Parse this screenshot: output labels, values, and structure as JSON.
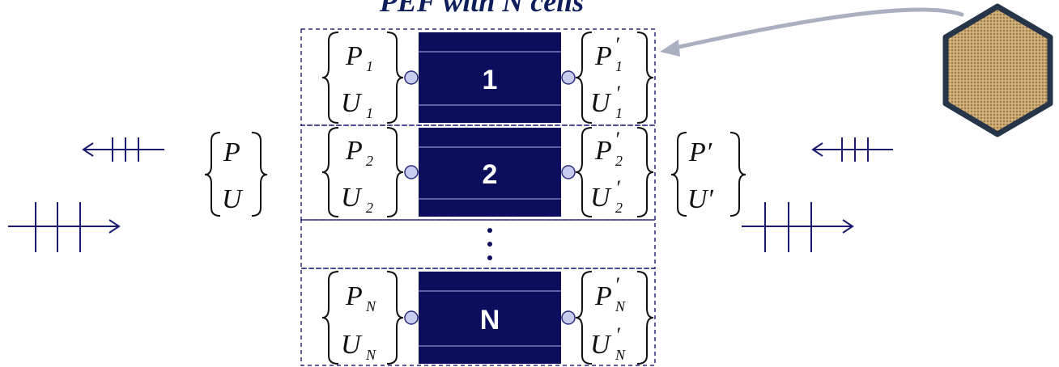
{
  "title": "PEF with N cells",
  "colors": {
    "cell_fill": "#0d0d5e",
    "cell_line": "#a8b4e0",
    "dash": "#2a2a80",
    "arrow": "#1a1a70",
    "circle_fill": "#c8ccee",
    "pointer": "#aab0c0",
    "hex_border": "#26354a",
    "hex_fill": "#c9a36b"
  },
  "cells": [
    {
      "label": "1",
      "p_sub": "1",
      "u_sub": "1",
      "pp_sub": "1",
      "up_sub": "1"
    },
    {
      "label": "2",
      "p_sub": "2",
      "u_sub": "2",
      "pp_sub": "2",
      "up_sub": "2"
    },
    {
      "label": "N",
      "p_sub": "N",
      "u_sub": "N",
      "pp_sub": "N",
      "up_sub": "N"
    }
  ],
  "ellipsis": "⋮",
  "left_vector": {
    "p": "P",
    "u": "U"
  },
  "right_vector": {
    "p": "P′",
    "u": "U′"
  },
  "symbols": {
    "P": "P",
    "U": "U",
    "prime": "′"
  },
  "icons": [
    "left-arrow-icon",
    "right-arrow-icon",
    "fabric-hexagon-icon",
    "pointer-arrow-icon"
  ]
}
